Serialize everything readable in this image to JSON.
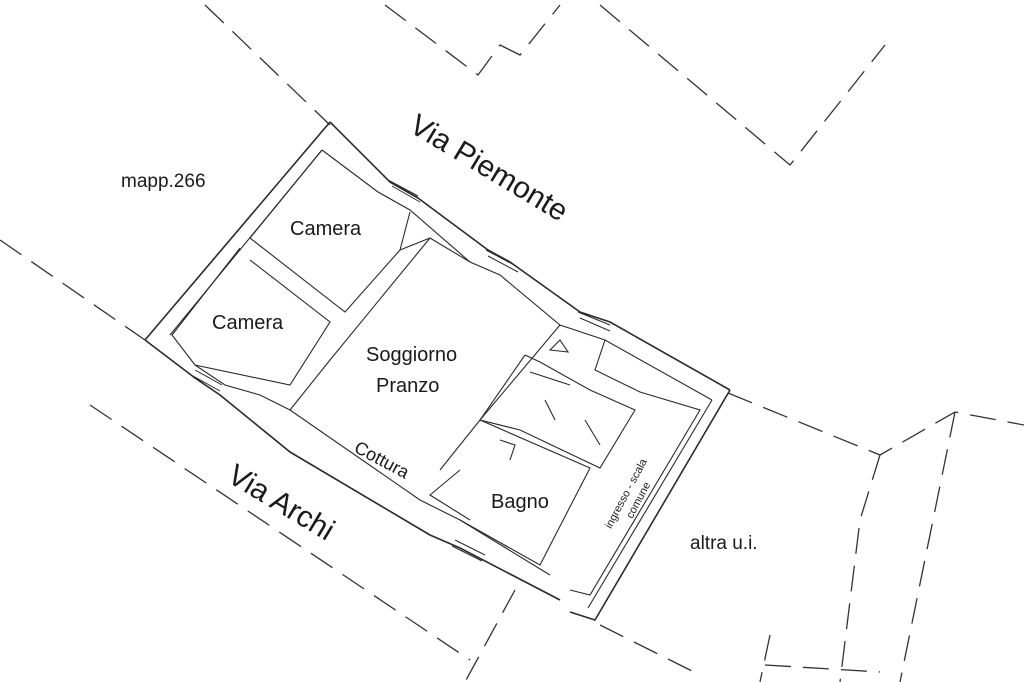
{
  "streets": {
    "north": "Via Piemonte",
    "south": "Via Archi"
  },
  "rooms": {
    "camera_top": "Camera",
    "camera_bottom": "Camera",
    "soggiorno": "Soggiorno",
    "pranzo": "Pranzo",
    "cottura": "Cottura",
    "bagno": "Bagno"
  },
  "stair_note": {
    "line1": "ingresso - scala",
    "line2": "comune"
  },
  "neighbors": {
    "parcel": "mapp.266",
    "other_unit": "altra u.i."
  }
}
